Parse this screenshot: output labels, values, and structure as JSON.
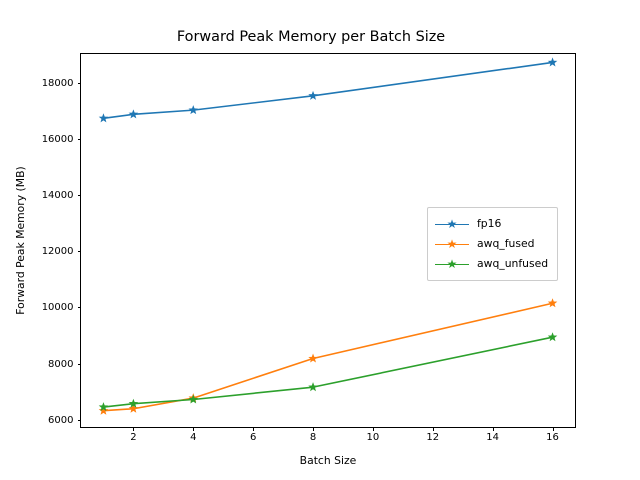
{
  "chart_data": {
    "type": "line",
    "title": "Forward Peak Memory per Batch Size",
    "xlabel": "Batch Size",
    "ylabel": "Forward Peak Memory (MB)",
    "x": [
      1,
      2,
      4,
      8,
      16
    ],
    "xlim": [
      0.25,
      16.75
    ],
    "ylim": [
      5740,
      19030
    ],
    "xticks": [
      2,
      4,
      6,
      8,
      10,
      12,
      14,
      16
    ],
    "xticklabels": [
      "2",
      "4",
      "6",
      "8",
      "10",
      "12",
      "14",
      "16"
    ],
    "yticks": [
      6000,
      8000,
      10000,
      12000,
      14000,
      16000,
      18000
    ],
    "yticklabels": [
      "6000",
      "8000",
      "10000",
      "12000",
      "14000",
      "16000",
      "18000"
    ],
    "grid": false,
    "legend_position": "center right",
    "marker": "star",
    "series": [
      {
        "name": "fp16",
        "color": "#1f77b4",
        "values": [
          16740,
          16880,
          17030,
          17540,
          18730
        ]
      },
      {
        "name": "awq_fused",
        "color": "#ff7f0e",
        "values": [
          6320,
          6390,
          6770,
          8180,
          10150
        ]
      },
      {
        "name": "awq_unfused",
        "color": "#2ca02c",
        "values": [
          6450,
          6570,
          6720,
          7160,
          8940
        ]
      }
    ]
  },
  "legend": {
    "entries": [
      {
        "label": "fp16"
      },
      {
        "label": "awq_fused"
      },
      {
        "label": "awq_unfused"
      }
    ]
  }
}
